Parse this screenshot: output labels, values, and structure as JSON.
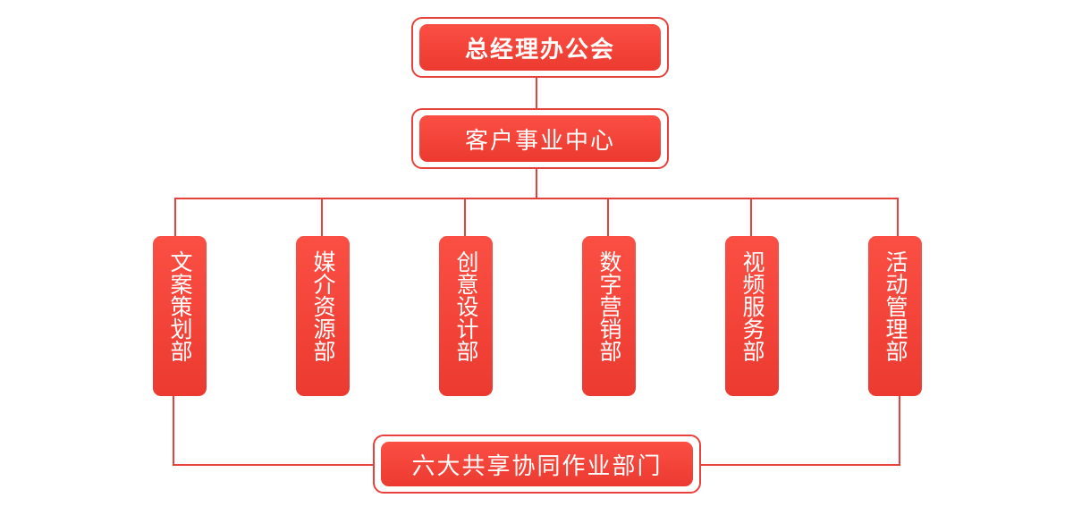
{
  "top": {
    "label": "总经理办公会"
  },
  "center": {
    "label": "客户事业中心"
  },
  "departments": [
    {
      "label": "文案策划部"
    },
    {
      "label": "媒介资源部"
    },
    {
      "label": "创意设计部"
    },
    {
      "label": "数字营销部"
    },
    {
      "label": "视频服务部"
    },
    {
      "label": "活动管理部"
    }
  ],
  "bottom": {
    "label": "六大共享协同作业部门"
  },
  "colors": {
    "accent": "#e8403a"
  }
}
